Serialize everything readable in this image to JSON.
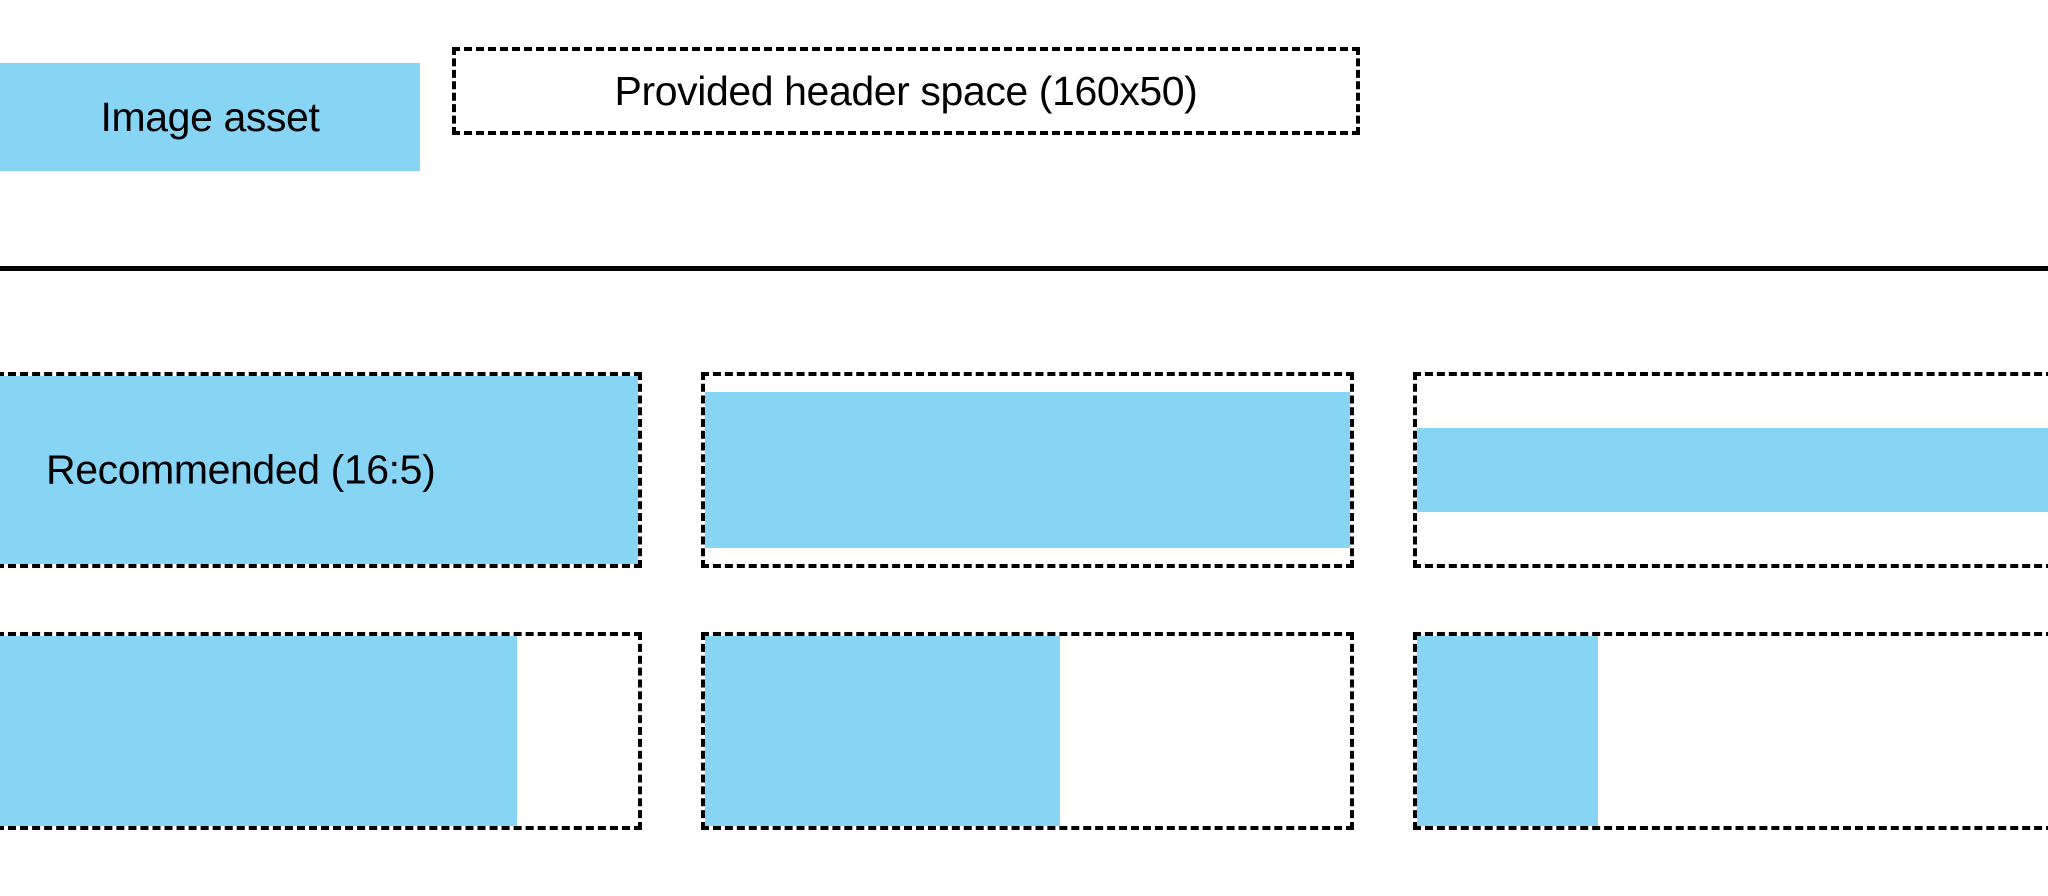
{
  "theme": {
    "accent_blue": "#88D4F5",
    "outline": "#000000",
    "background": "#FFFFFF"
  },
  "legend": {
    "swatch_label": "Image asset",
    "slot_label": "Provided header space (160x50)",
    "slot_size": "160x50"
  },
  "divider": {
    "present": true
  },
  "samples": {
    "rows": [
      {
        "name": "row-recommended",
        "cells": [
          {
            "name": "sample-recommended-16-5",
            "caption": "Recommended (16:5)",
            "fill_width_pct": 100,
            "fill_height_pct": 100,
            "fill_align": "fill"
          },
          {
            "name": "sample-wide-inset-vertical",
            "caption": "",
            "fill_width_pct": 100,
            "fill_height_pct": 83,
            "fill_align": "center-vertical"
          },
          {
            "name": "sample-wide-thin-band",
            "caption": "",
            "fill_width_pct": 100,
            "fill_height_pct": 45,
            "fill_align": "center-vertical"
          }
        ]
      },
      {
        "name": "row-narrow",
        "cells": [
          {
            "name": "sample-narrow-80",
            "caption": "",
            "fill_width_pct": 81,
            "fill_height_pct": 100,
            "fill_align": "left"
          },
          {
            "name": "sample-narrow-55",
            "caption": "",
            "fill_width_pct": 55,
            "fill_height_pct": 100,
            "fill_align": "left"
          },
          {
            "name": "sample-narrow-28",
            "caption": "",
            "fill_width_pct": 28,
            "fill_height_pct": 100,
            "fill_align": "left"
          }
        ]
      }
    ]
  }
}
